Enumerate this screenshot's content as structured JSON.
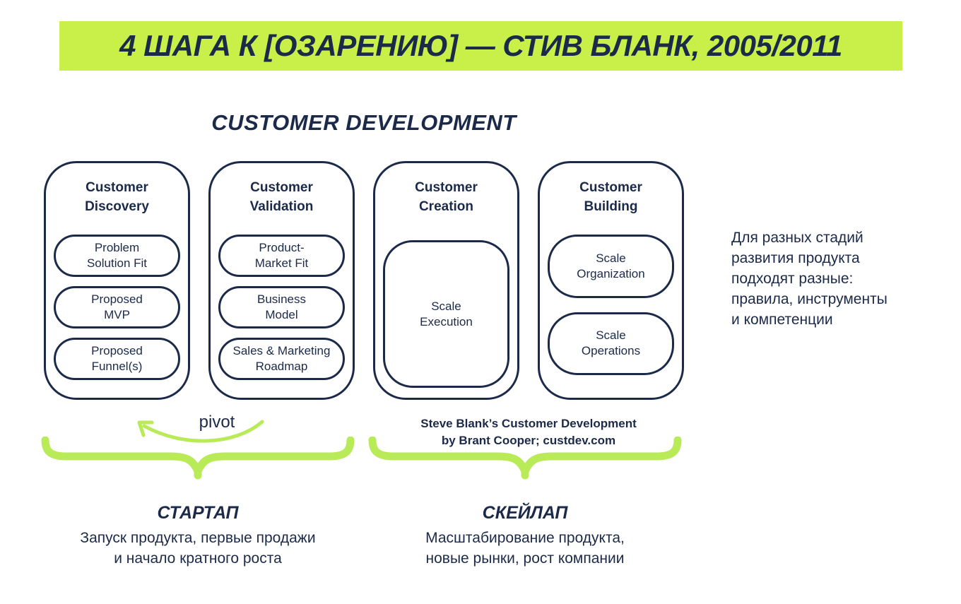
{
  "colors": {
    "navy": "#1c2a4a",
    "lime": "#c8f048",
    "lime_soft": "#b9ea57",
    "background": "#ffffff"
  },
  "banner": {
    "title": "4 ШАГА К [ОЗАРЕНИЮ] — СТИВ БЛАНК, 2005/2011"
  },
  "heading": "CUSTOMER DEVELOPMENT",
  "stages": [
    {
      "title": "Customer\nDiscovery",
      "items": [
        "Problem\nSolution Fit",
        "Proposed\nMVP",
        "Proposed\nFunnel(s)"
      ]
    },
    {
      "title": "Customer\nValidation",
      "items": [
        "Product-\nMarket Fit",
        "Business\nModel",
        "Sales & Marketing\nRoadmap"
      ]
    },
    {
      "title": "Customer\nCreation",
      "big_item": "Scale\nExecution"
    },
    {
      "title": "Customer\nBuilding",
      "tall_items": [
        "Scale\nOrganization",
        "Scale\nOperations"
      ]
    }
  ],
  "side_note": "Для разных стадий\nразвития продукта\nподходят разные:\nправила, инструменты\nи компетенции",
  "pivot_label": "pivot",
  "credit": "Steve Blank’s Customer Development\nby Brant Cooper; custdev.com",
  "groups": [
    {
      "title": "СТАРТАП",
      "description": "Запуск продукта, первые продажи\nи начало кратного роста"
    },
    {
      "title": "СКЕЙЛАП",
      "description": "Масштабирование продукта,\nновые рынки, рост компании"
    }
  ]
}
